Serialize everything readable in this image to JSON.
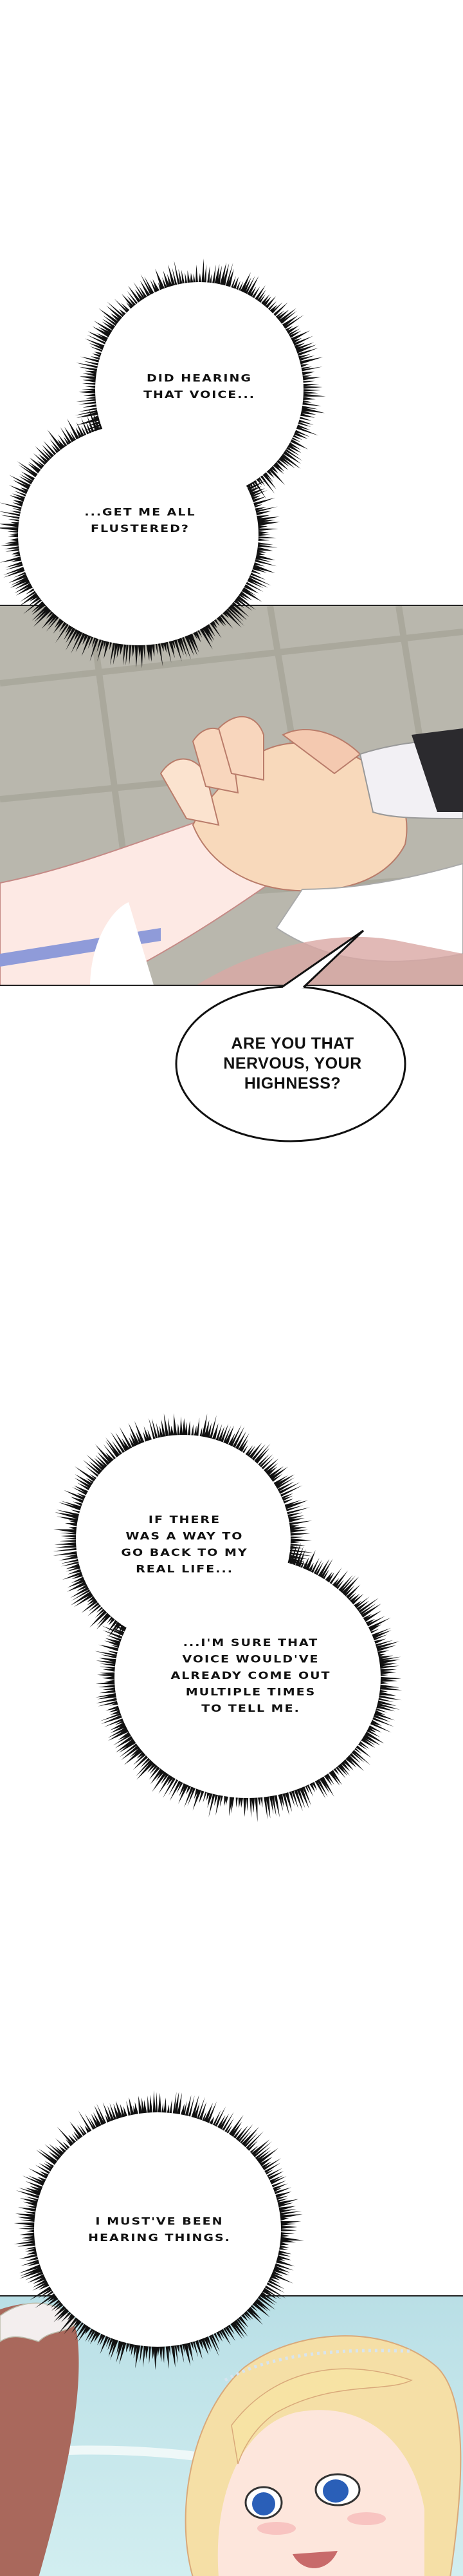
{
  "panels": [
    {
      "name": "hands-holding",
      "description_colors": {
        "ground": "#b8b6ab",
        "skin_light": "#fbe6d6",
        "skin_warm": "#f6d3b4",
        "sleeve_dark": "#2b2a2e",
        "trim": "#8d9ad8"
      }
    },
    {
      "name": "blonde-girl",
      "description_colors": {
        "sky": "#c3e6ea",
        "hair_blonde": "#f7e3a4",
        "hair_brown": "#a9685c",
        "eyes": "#2a5fb8"
      }
    }
  ],
  "bubbles": {
    "burst1": {
      "line1": "DID HEARING\nTHAT VOICE...",
      "line2": "...GET ME ALL\nFLUSTERED?"
    },
    "speech1": {
      "text": "ARE YOU THAT\nNERVOUS, YOUR\nHIGHNESS?"
    },
    "burst2": {
      "line1": "IF THERE\nWAS A WAY TO\nGO BACK TO MY\nREAL LIFE...",
      "line2": "...I'M SURE THAT\nVOICE WOULD'VE\nALREADY COME OUT\nMULTIPLE TIMES\nTO TELL ME."
    },
    "burst3": {
      "line1": "I MUST'VE BEEN\nHEARING THINGS."
    }
  }
}
